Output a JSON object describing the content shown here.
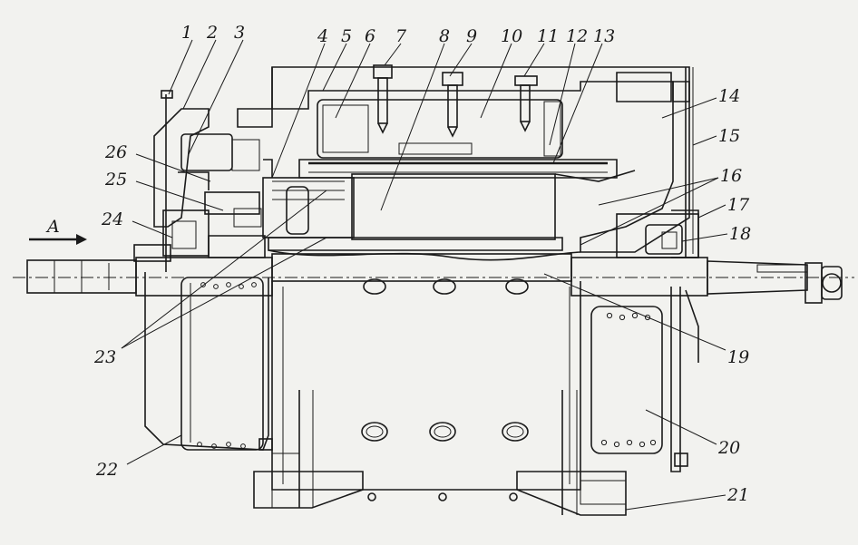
{
  "figure": {
    "direction_label": "A",
    "callouts": [
      {
        "num": "1"
      },
      {
        "num": "2"
      },
      {
        "num": "3"
      },
      {
        "num": "4"
      },
      {
        "num": "5"
      },
      {
        "num": "6"
      },
      {
        "num": "7"
      },
      {
        "num": "8"
      },
      {
        "num": "9"
      },
      {
        "num": "10"
      },
      {
        "num": "11"
      },
      {
        "num": "12"
      },
      {
        "num": "13"
      },
      {
        "num": "14"
      },
      {
        "num": "15"
      },
      {
        "num": "16"
      },
      {
        "num": "17"
      },
      {
        "num": "18"
      },
      {
        "num": "19"
      },
      {
        "num": "20"
      },
      {
        "num": "21"
      },
      {
        "num": "22"
      },
      {
        "num": "23"
      },
      {
        "num": "24"
      },
      {
        "num": "25"
      },
      {
        "num": "26"
      }
    ]
  },
  "colors": {
    "paper": "#f2f2ef",
    "ink": "#1a1a1a",
    "hatch": "#2b2b2b"
  }
}
